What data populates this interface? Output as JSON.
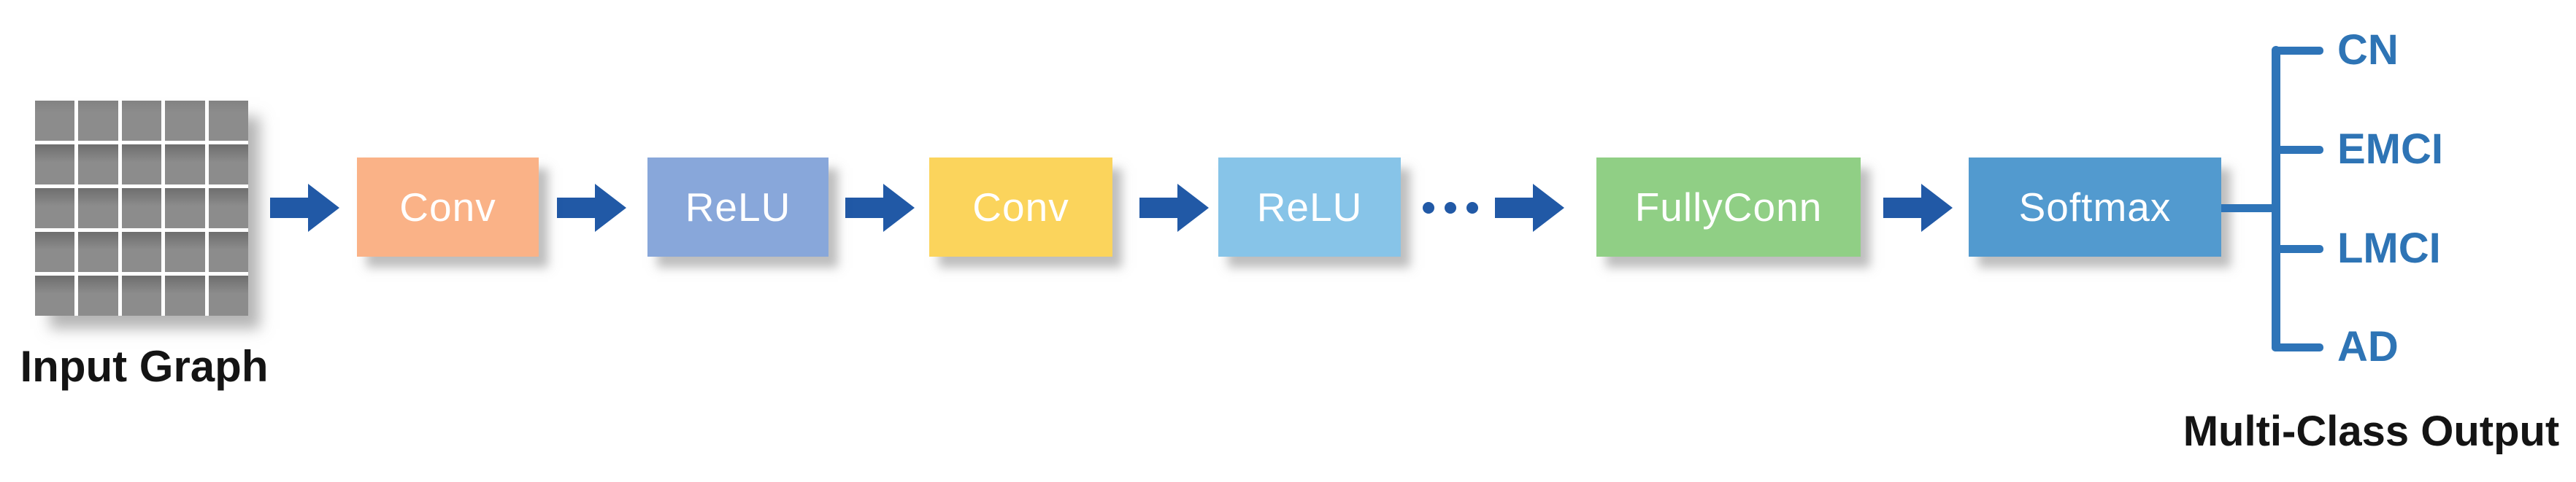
{
  "figure": {
    "input": {
      "label": "Input Graph",
      "grid_rows": 5,
      "grid_cols": 5,
      "grid_color": "#8C8C8C"
    },
    "pipeline": [
      {
        "label": "Conv",
        "color": "#FAB287"
      },
      {
        "label": "ReLU",
        "color": "#88A7DA"
      },
      {
        "label": "Conv",
        "color": "#FBD45C"
      },
      {
        "label": "ReLU",
        "color": "#87C4E8"
      },
      {
        "label": "FullyConn",
        "color": "#90CF85"
      },
      {
        "label": "Softmax",
        "color": "#529ACF"
      }
    ],
    "arrow_color": "#2159A6",
    "ellipsis_color": "#2159A6",
    "bracket_color": "#2E74B8",
    "output": {
      "label": "Multi-Class Output",
      "class_color": "#2E74B5",
      "classes": [
        {
          "label": "CN"
        },
        {
          "label": "EMCI"
        },
        {
          "label": "LMCI"
        },
        {
          "label": "AD"
        }
      ]
    }
  }
}
